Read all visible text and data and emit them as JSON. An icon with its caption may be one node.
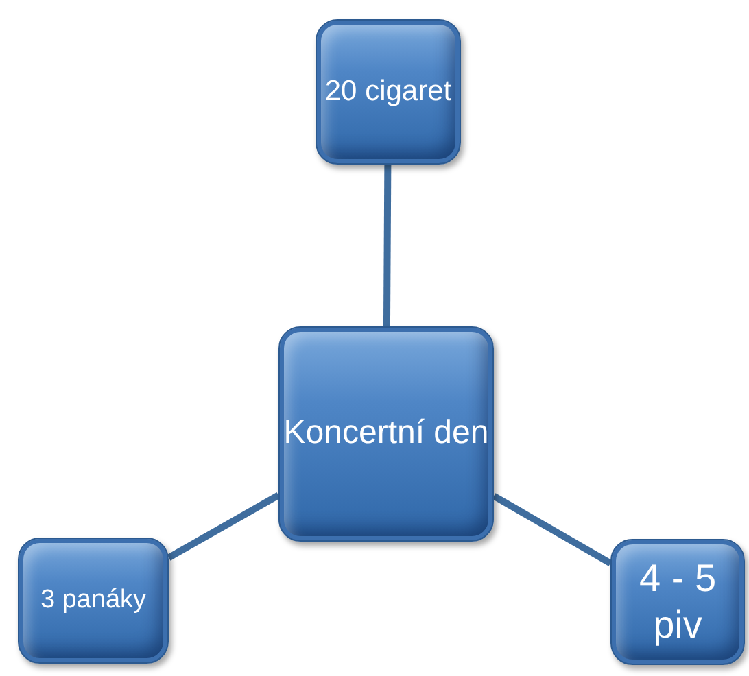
{
  "diagram": {
    "nodes": [
      {
        "text": [
          "Koncertní den"
        ]
      },
      {
        "text": [
          "20 cigaret"
        ]
      },
      {
        "text": [
          "3 panáky"
        ]
      },
      {
        "text": [
          "4 - 5 piv"
        ]
      }
    ],
    "edges": [
      {
        "from": 0,
        "to": 1,
        "arrow": "none"
      },
      {
        "from": 0,
        "to": 2,
        "arrow": "none"
      },
      {
        "from": 0,
        "to": 3,
        "arrow": "none"
      }
    ]
  }
}
